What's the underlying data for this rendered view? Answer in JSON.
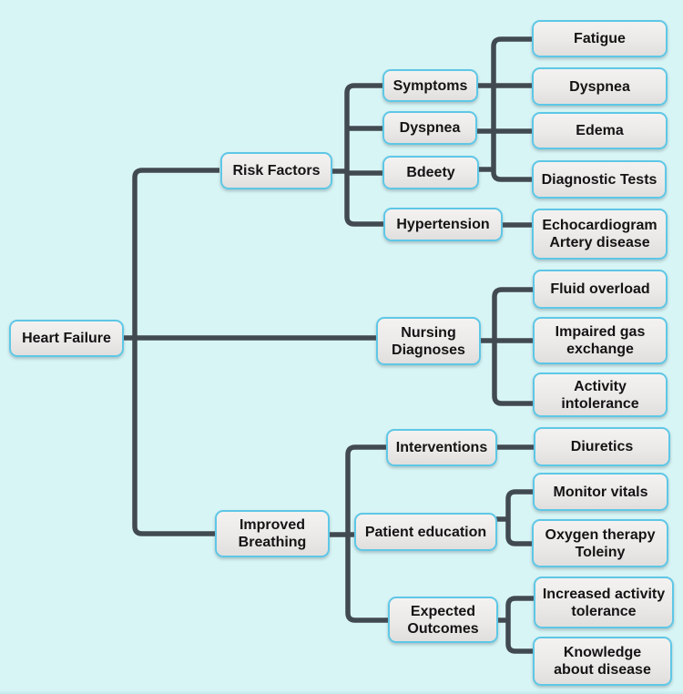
{
  "diagram": {
    "type": "mindmap",
    "topic": "Heart Failure"
  },
  "colors": {
    "background": "#d8f5f6",
    "node_fill": "#eceae8",
    "node_border": "#5ec7e6",
    "connector": "#424a51",
    "text": "#141414"
  },
  "nodes": {
    "heart_failure": {
      "label": "Heart Failure"
    },
    "risk_factors": {
      "label": "Risk Factors"
    },
    "symptoms": {
      "label": "Symptoms"
    },
    "dyspnea_1": {
      "label": "Dyspnea"
    },
    "bdeety": {
      "label": "Bdeety"
    },
    "hypertension": {
      "label": "Hypertension"
    },
    "fatigue": {
      "label": "Fatigue"
    },
    "dyspnea_2": {
      "label": "Dyspnea"
    },
    "edema": {
      "label": "Edema"
    },
    "diagnostic_tests": {
      "label": "Diagnostic Tests"
    },
    "echocardiogram": {
      "label": "Echocardiogram\nArtery disease"
    },
    "nursing_diagnoses": {
      "label": "Nursing\nDiagnoses"
    },
    "fluid_overload": {
      "label": "Fluid overload"
    },
    "impaired_gas": {
      "label": "Impaired gas\nexchange"
    },
    "activity_intolerance": {
      "label": "Activity\nintolerance"
    },
    "improved_breathing": {
      "label": "Improved\nBreathing"
    },
    "interventions": {
      "label": "Interventions"
    },
    "patient_education": {
      "label": "Patient education"
    },
    "expected_outcomes": {
      "label": "Expected\nOutcomes"
    },
    "diuretics": {
      "label": "Diuretics"
    },
    "monitor_vitals": {
      "label": "Monitor vitals"
    },
    "oxygen_therapy": {
      "label": "Oxygen therapy\nToleiny"
    },
    "increased_activity": {
      "label": "Increased activity\ntolerance"
    },
    "knowledge_disease": {
      "label": "Knowledge\nabout disease"
    }
  },
  "edges": [
    {
      "from": "heart_failure",
      "to": [
        "risk_factors",
        "nursing_diagnoses",
        "improved_breathing"
      ]
    },
    {
      "from": "risk_factors",
      "to": [
        "symptoms",
        "dyspnea_1",
        "bdeety",
        "hypertension"
      ]
    },
    {
      "from": [
        "symptoms",
        "dyspnea_1",
        "bdeety"
      ],
      "to": [
        "fatigue",
        "dyspnea_2",
        "edema",
        "diagnostic_tests"
      ],
      "note": "shared trunk"
    },
    {
      "from": "hypertension",
      "to": [
        "echocardiogram"
      ]
    },
    {
      "from": "nursing_diagnoses",
      "to": [
        "fluid_overload",
        "impaired_gas",
        "activity_intolerance"
      ]
    },
    {
      "from": "improved_breathing",
      "to": [
        "interventions",
        "patient_education",
        "expected_outcomes"
      ]
    },
    {
      "from": "interventions",
      "to": [
        "diuretics"
      ]
    },
    {
      "from": "patient_education",
      "to": [
        "monitor_vitals",
        "oxygen_therapy"
      ]
    },
    {
      "from": "expected_outcomes",
      "to": [
        "increased_activity",
        "knowledge_disease"
      ]
    }
  ]
}
